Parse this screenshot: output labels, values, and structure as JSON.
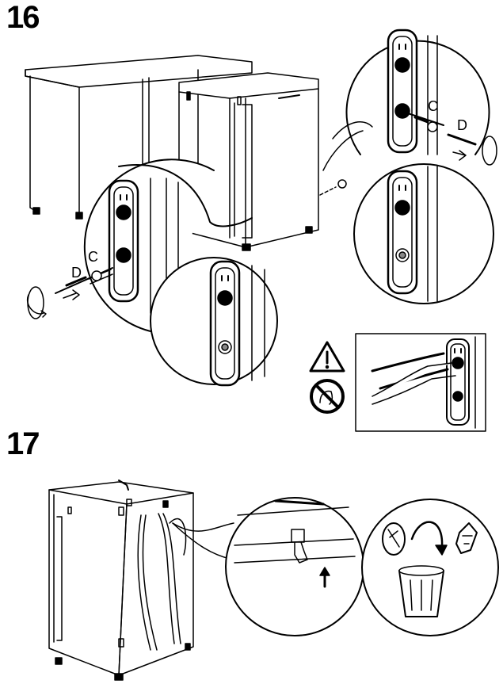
{
  "steps": [
    {
      "number": "16"
    },
    {
      "number": "17"
    }
  ],
  "labels": {
    "screw": "C",
    "cap": "D"
  },
  "icons": {
    "warning": "warning-triangle-icon",
    "no_touch": "no-touch-prohibition-icon"
  },
  "colors": {
    "line": "#000000",
    "panel": "#ffffff",
    "shade": "#888888"
  }
}
